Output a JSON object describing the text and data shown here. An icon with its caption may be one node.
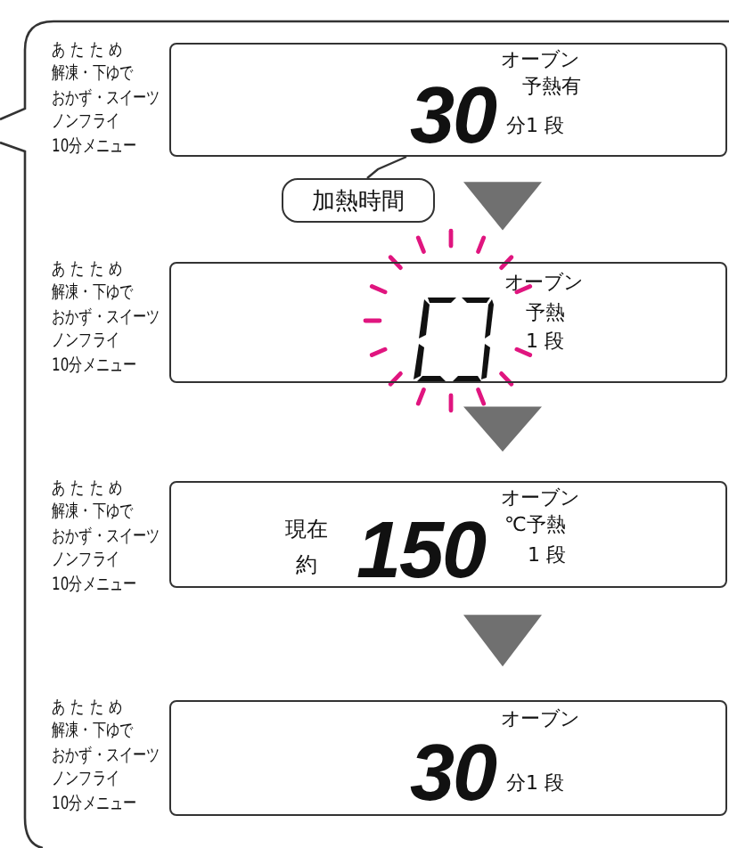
{
  "diagram": {
    "nodes": [
      {
        "text": [],
        "shape": "callout"
      },
      {
        "text": [
          "オーブン",
          "予熱有",
          "30",
          "分1 段"
        ],
        "beside": [
          "あたため",
          "解凍・下ゆで",
          "おかず・スイーツ",
          "ノンフライ",
          "10分メニュー"
        ],
        "in": 0
      },
      {
        "text": [
          "オーブン",
          "予熱",
          "1 段"
        ],
        "beside": [
          "あたため",
          "解凍・下ゆで",
          "おかず・スイーツ",
          "ノンフライ",
          "10分メニュー"
        ],
        "in": 0
      },
      {
        "text": [
          "オーブン",
          "現在約",
          "150",
          "℃予熱",
          "1 段"
        ],
        "beside": [
          "あたため",
          "解凍・下ゆで",
          "おかず・スイーツ",
          "ノンフライ",
          "10分メニュー"
        ],
        "in": 0
      },
      {
        "text": [
          "オーブン",
          "30",
          "分1 段"
        ],
        "beside": [
          "あたため",
          "解凍・下ゆで",
          "おかず・スイーツ",
          "ノンフライ",
          "10分メニュー"
        ],
        "in": 0
      },
      {
        "text": [
          "加熱時間"
        ],
        "in": 0
      }
    ],
    "edges": [
      {
        "from": 5,
        "to": 1,
        "arrow": "none"
      },
      {
        "from": 1,
        "to": 2,
        "arrow": "to"
      },
      {
        "from": 2,
        "to": 3,
        "arrow": "to"
      },
      {
        "from": 3,
        "to": 4,
        "arrow": "to"
      }
    ]
  }
}
